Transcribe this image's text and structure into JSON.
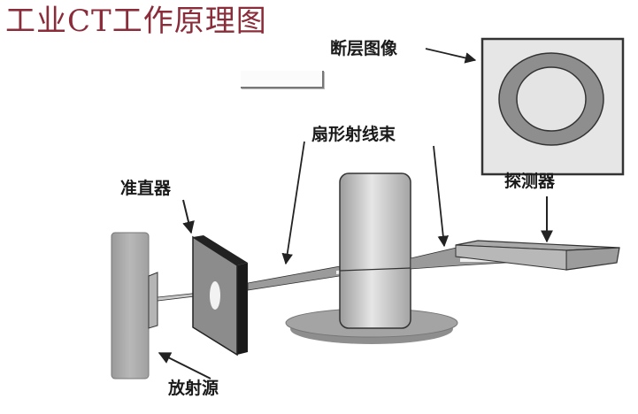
{
  "title": "工业CT工作原理图",
  "labels": {
    "tomogram": "断层图像",
    "fan_beam": "扇形射线束",
    "detector": "探测器",
    "collimator": "准直器",
    "source": "放射源"
  },
  "colors": {
    "title": "#8a2c3a",
    "outline": "#333333",
    "panel_fill": "#e4e4e4",
    "ring_fill": "#8e8e8e",
    "object_fill": "#c8c8c8",
    "turntable_fill": "#9a9a9a"
  }
}
